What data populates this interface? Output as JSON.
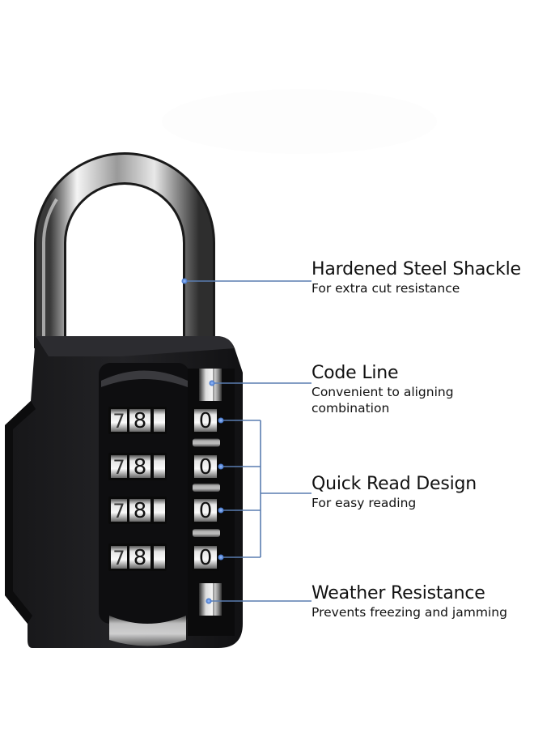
{
  "image": {
    "subject": "4-digit combination padlock with feature callouts",
    "background_color": "#ffffff",
    "lock_body_color": "#1c1c1e",
    "shackle_color": "#c8c8c8",
    "callout_line_color": "#5a7db0",
    "callout_dot_color": "#4a7fd0"
  },
  "lock": {
    "dials": [
      {
        "row": 1,
        "left_digits": [
          "7",
          "8"
        ],
        "right_digit": "0"
      },
      {
        "row": 2,
        "left_digits": [
          "7",
          "8"
        ],
        "right_digit": "0"
      },
      {
        "row": 3,
        "left_digits": [
          "7",
          "8"
        ],
        "right_digit": "0"
      },
      {
        "row": 4,
        "left_digits": [
          "7",
          "8"
        ],
        "right_digit": "0"
      }
    ]
  },
  "callouts": [
    {
      "id": "shackle",
      "title": "Hardened Steel Shackle",
      "desc": [
        "For extra cut resistance"
      ]
    },
    {
      "id": "code-line",
      "title": "Code Line",
      "desc": [
        "Convenient to aligning",
        "combination"
      ]
    },
    {
      "id": "quick-read",
      "title": "Quick Read Design",
      "desc": [
        "For easy reading"
      ]
    },
    {
      "id": "weather",
      "title": "Weather Resistance",
      "desc": [
        "Prevents freezing and jamming"
      ]
    }
  ]
}
